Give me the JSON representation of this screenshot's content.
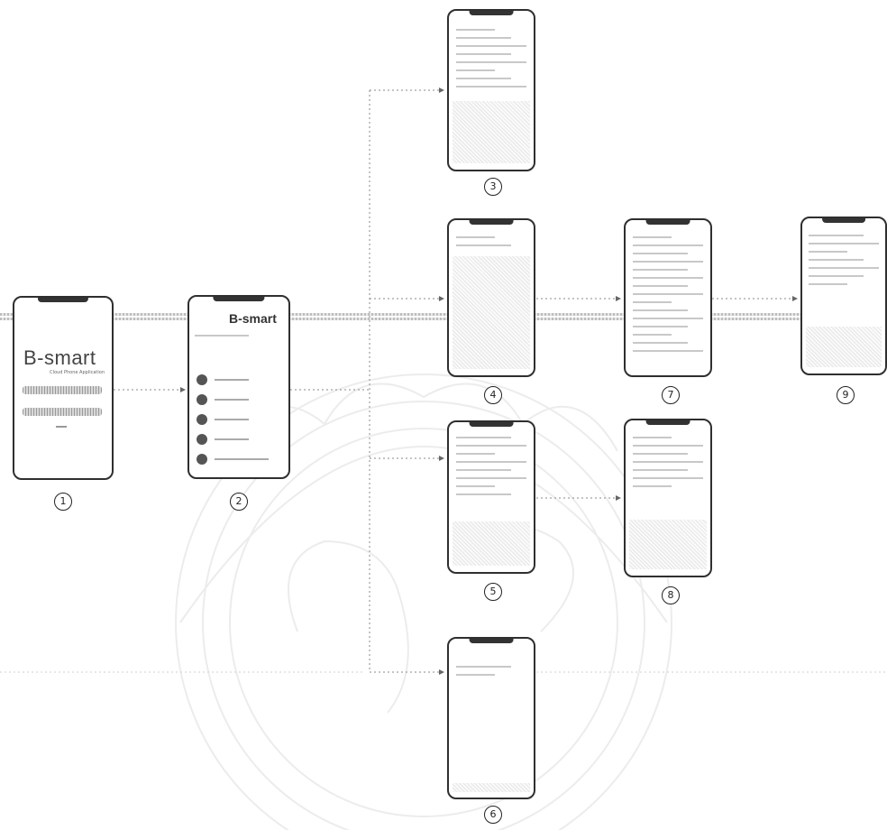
{
  "login_screen": {
    "title": "B-smart",
    "subtitle": "Cloud Phone Application"
  },
  "home_screen": {
    "title": "B-smart"
  },
  "step_numbers": [
    "1",
    "2",
    "3",
    "4",
    "5",
    "6",
    "7",
    "8",
    "9"
  ]
}
